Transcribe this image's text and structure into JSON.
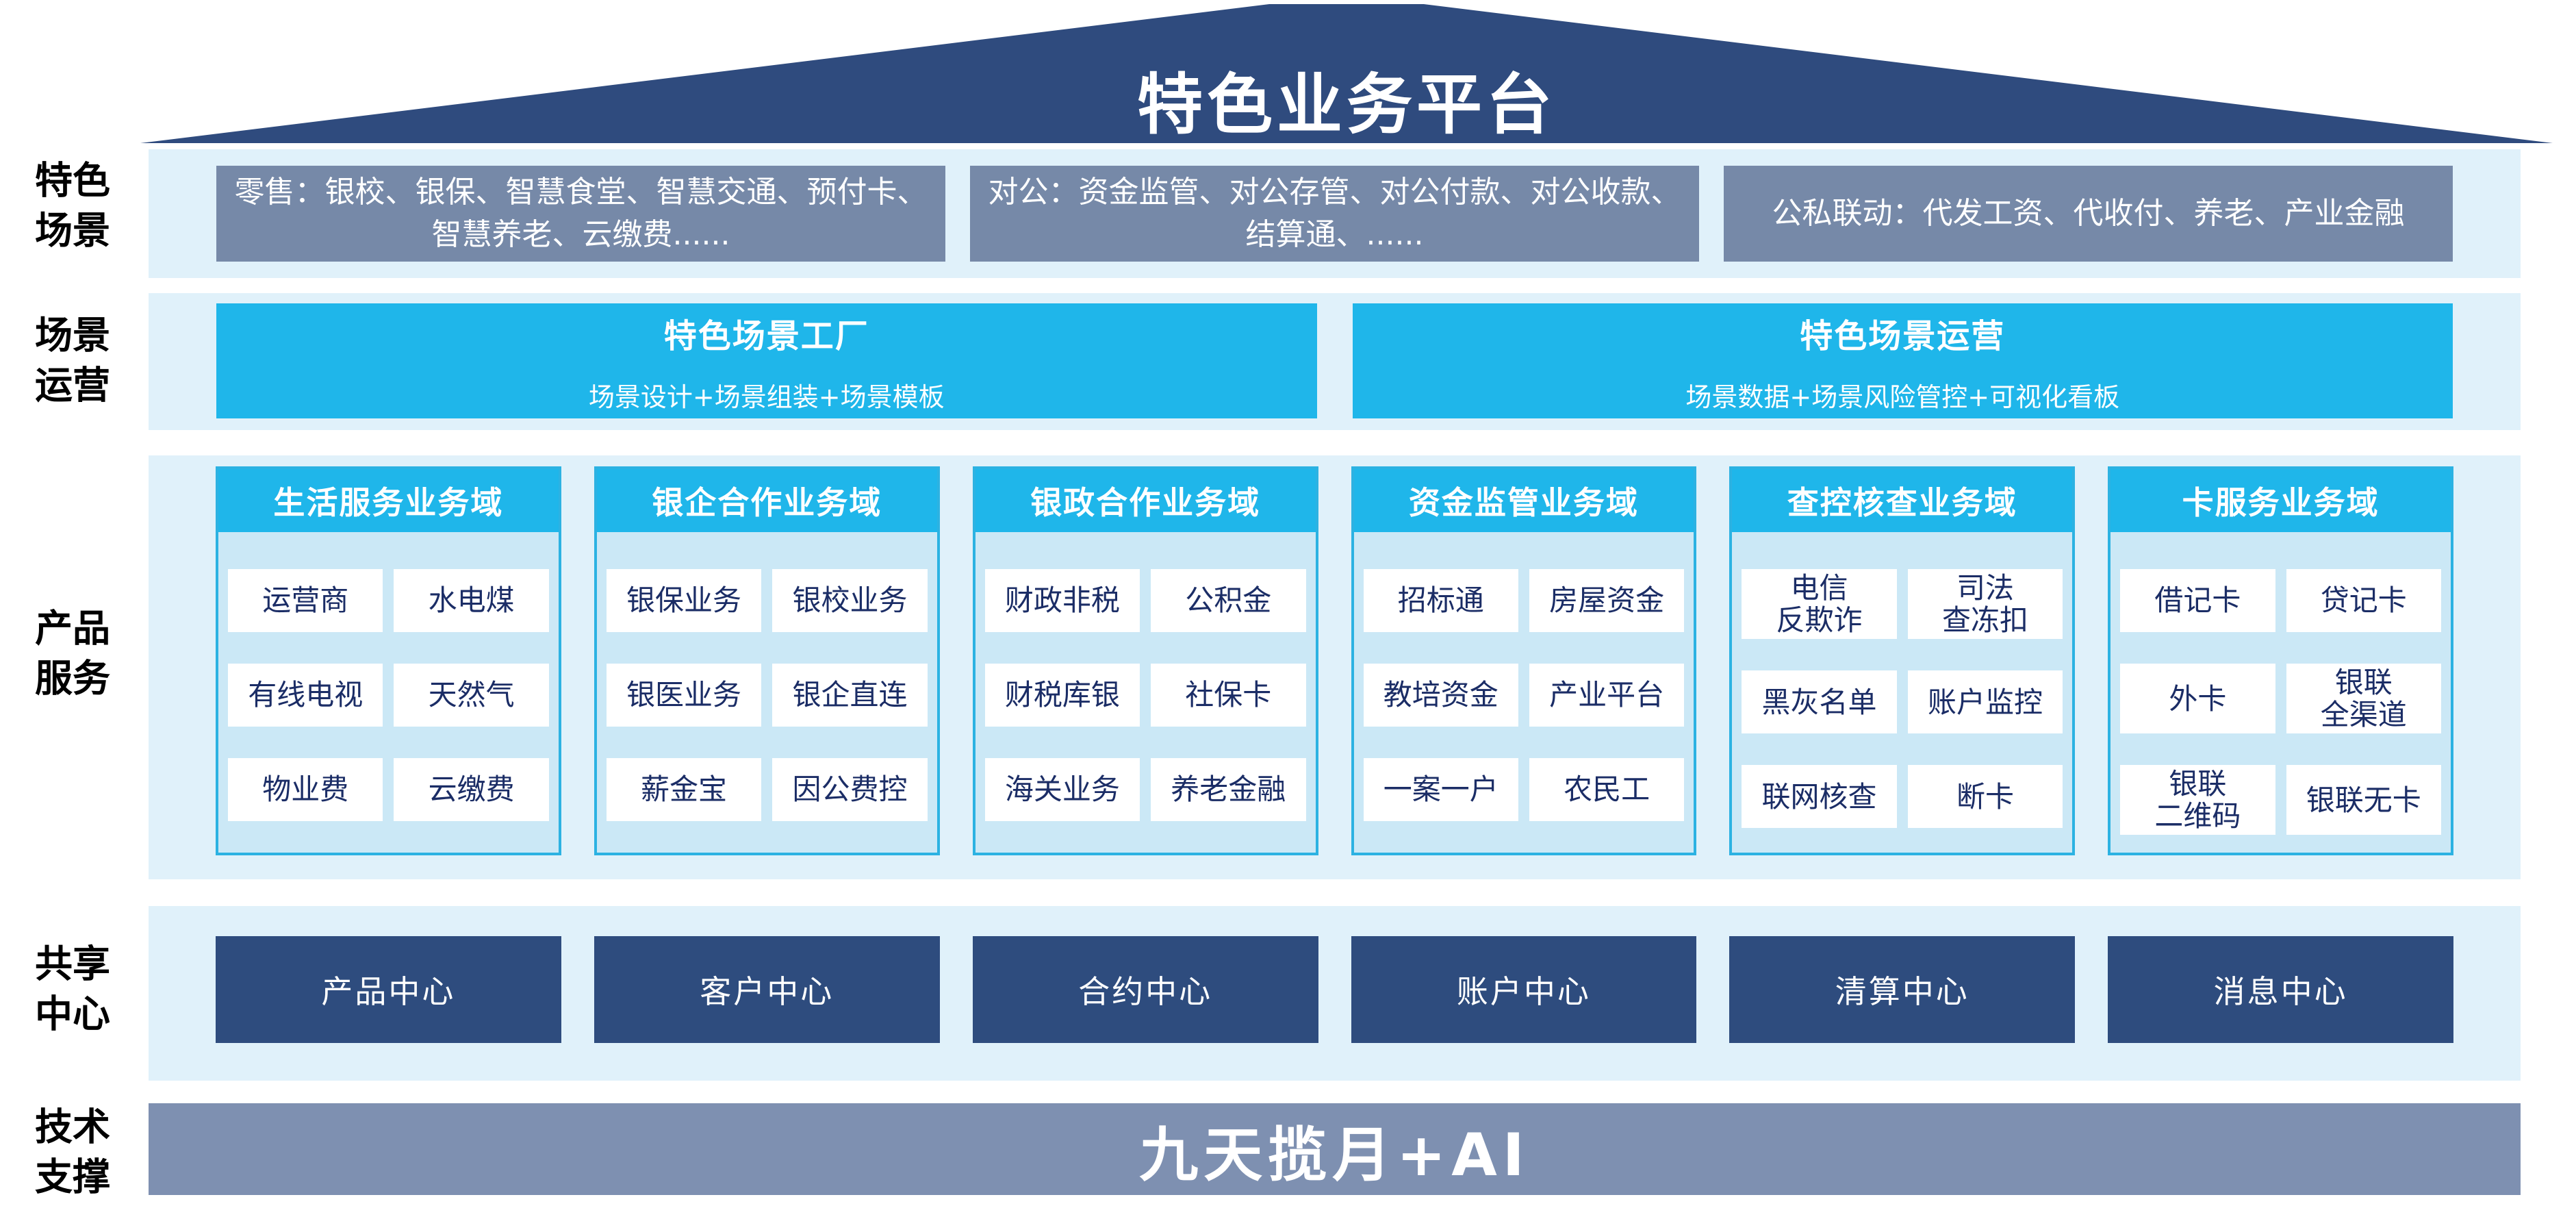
{
  "platform": {
    "title": "特色业务平台"
  },
  "side_labels": {
    "scenes": "特色\n场景",
    "operation": "场景\n运营",
    "products": "产品\n服务",
    "shared": "共享\n中心",
    "tech": "技术\n支撑"
  },
  "scenes": {
    "retail": "零售：银校、银保、智慧食堂、智慧交通、预付卡、智慧养老、云缴费......",
    "corporate": "对公：资金监管、对公存管、对公付款、对公收款、结算通、......",
    "linkage": "公私联动：代发工资、代收付、养老、产业金融"
  },
  "operation": {
    "factory": {
      "title": "特色场景工厂",
      "subtitle": "场景设计+场景组装+场景模板"
    },
    "ops": {
      "title": "特色场景运营",
      "subtitle": "场景数据+场景风险管控+可视化看板"
    }
  },
  "products": {
    "columns": [
      {
        "header": "生活服务业务域",
        "cells": [
          "运营商",
          "水电煤",
          "有线电视",
          "天然气",
          "物业费",
          "云缴费"
        ]
      },
      {
        "header": "银企合作业务域",
        "cells": [
          "银保业务",
          "银校业务",
          "银医业务",
          "银企直连",
          "薪金宝",
          "因公费控"
        ]
      },
      {
        "header": "银政合作业务域",
        "cells": [
          "财政非税",
          "公积金",
          "财税库银",
          "社保卡",
          "海关业务",
          "养老金融"
        ]
      },
      {
        "header": "资金监管业务域",
        "cells": [
          "招标通",
          "房屋资金",
          "教培资金",
          "产业平台",
          "一案一户",
          "农民工"
        ]
      },
      {
        "header": "查控核查业务域",
        "cells": [
          "电信\n反欺诈",
          "司法\n查冻扣",
          "黑灰名单",
          "账户监控",
          "联网核查",
          "断卡"
        ]
      },
      {
        "header": "卡服务业务域",
        "cells": [
          "借记卡",
          "贷记卡",
          "外卡",
          "银联\n全渠道",
          "银联\n二维码",
          "银联无卡"
        ]
      }
    ]
  },
  "shared_centers": [
    "产品中心",
    "客户中心",
    "合约中心",
    "账户中心",
    "清算中心",
    "消息中心"
  ],
  "tech_support": {
    "label": "九天揽月+AI"
  },
  "colors": {
    "roof_navy": "#2F4B7E",
    "band_light_blue": "#E0F1FA",
    "scene_gray_blue": "#7689A8",
    "cyan": "#1FB6EA",
    "column_border_cyan": "#2CB2E2",
    "column_body_blue": "#CBE8F6",
    "cell_text_navy": "#1B2D66",
    "center_navy": "#2E4C7E",
    "tech_bar_slate": "#7E90B1"
  }
}
